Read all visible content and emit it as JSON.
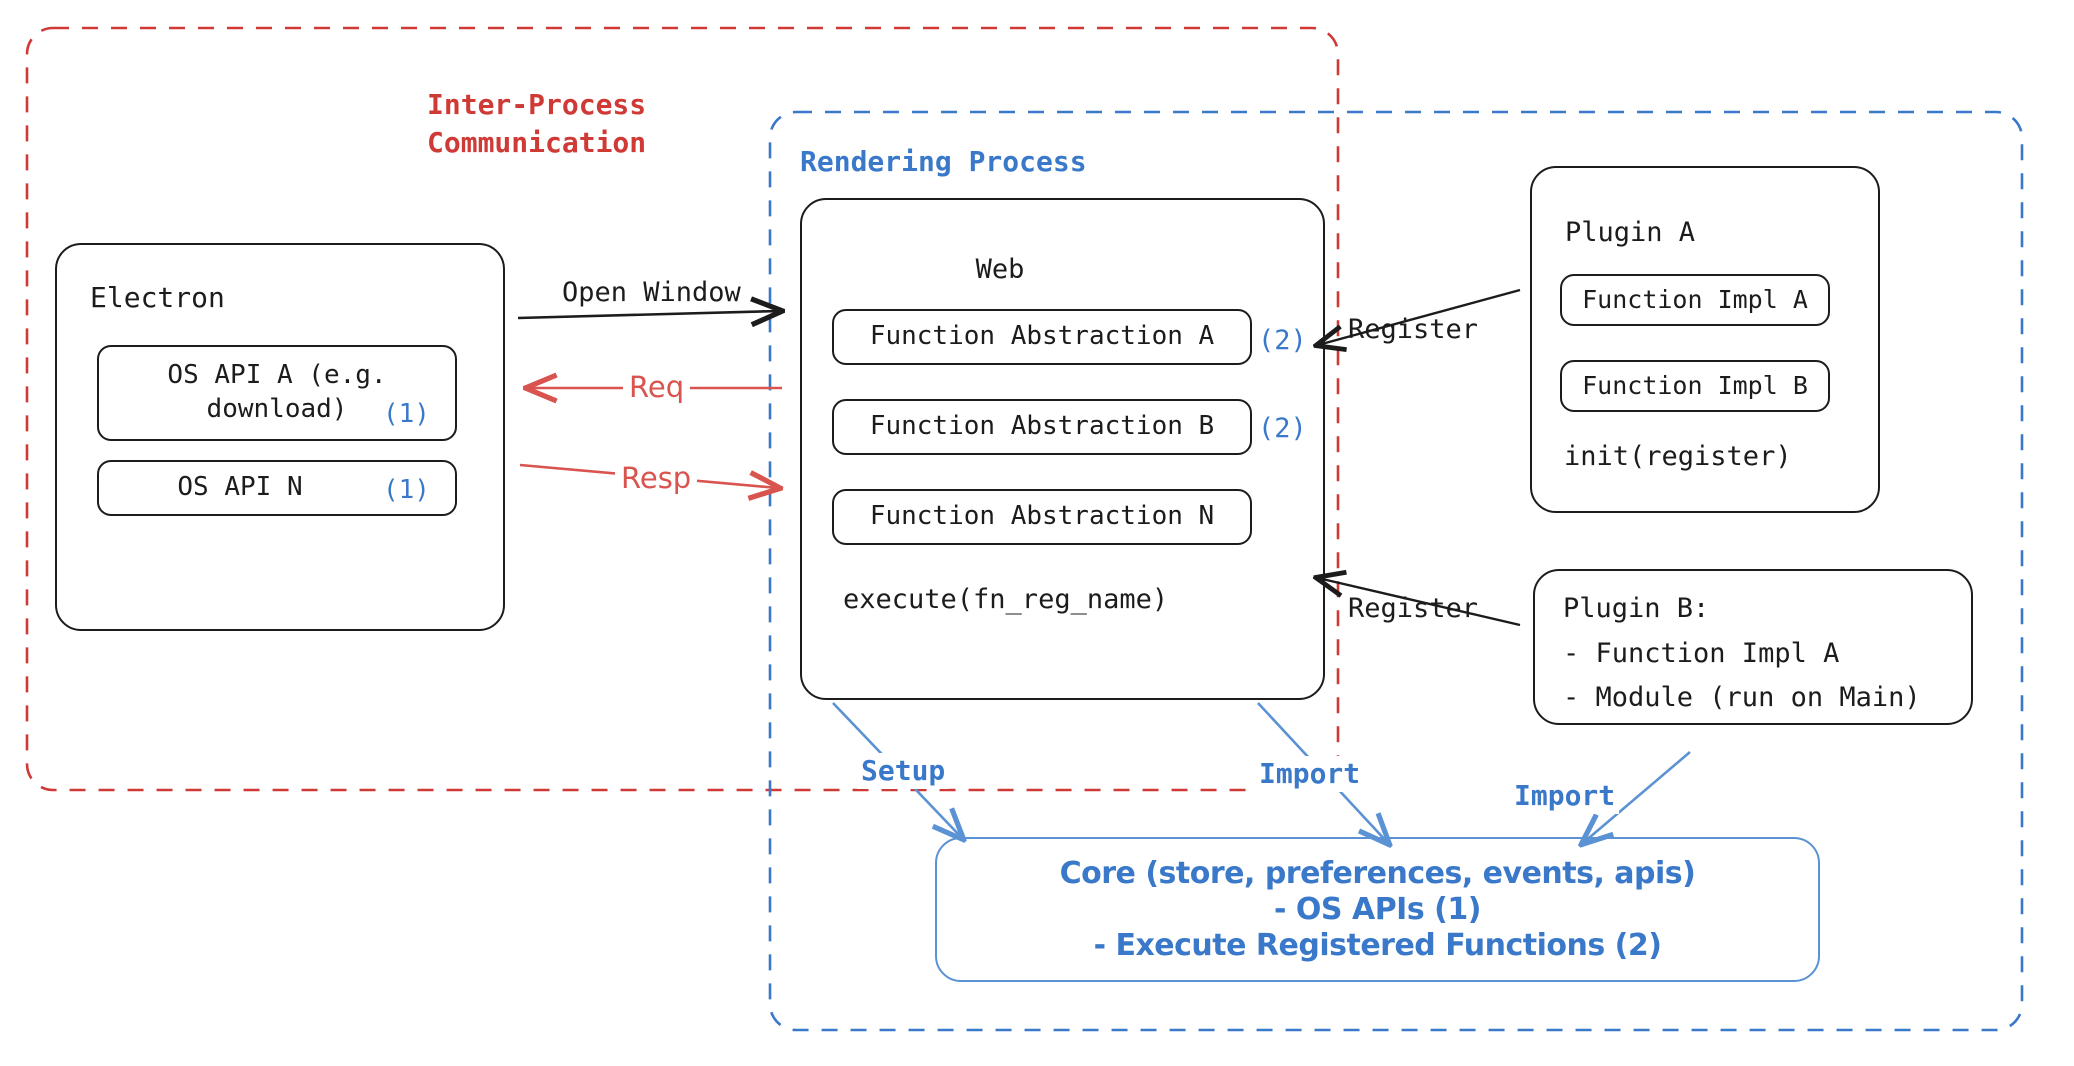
{
  "diagram": {
    "title_ipc": "Inter-Process\nCommunication",
    "title_rendering": "Rendering Process",
    "colors": {
      "ipc_red": "#cf3a36",
      "process_blue": "#3a78c9",
      "core_blue": "#5b92d4",
      "ink": "#1c1c1c",
      "arrow_red": "#d9534f"
    }
  },
  "electron": {
    "title": "Electron",
    "apis": [
      {
        "label": "OS API A (e.g.\ndownload)",
        "marker": "(1)"
      },
      {
        "label": "OS API N",
        "marker": "(1)"
      }
    ]
  },
  "web": {
    "title": "Web",
    "abstractions": [
      {
        "label": "Function Abstraction A",
        "marker": "(2)"
      },
      {
        "label": "Function Abstraction B",
        "marker": "(2)"
      },
      {
        "label": "Function Abstraction N",
        "marker": ""
      }
    ],
    "method": "execute(fn_reg_name)"
  },
  "plugin_a": {
    "title": "Plugin A",
    "impls": [
      "Function Impl A",
      "Function Impl B"
    ],
    "method": "init(register)"
  },
  "plugin_b": {
    "lines": [
      "Plugin B:",
      "- Function Impl A",
      "- Module (run on Main)"
    ]
  },
  "core": {
    "lines": [
      "Core (store, preferences, events, apis)",
      "- OS APIs (1)",
      "- Execute Registered Functions (2)"
    ]
  },
  "edges": {
    "open_window": "Open Window",
    "req": "Req",
    "resp": "Resp",
    "register_a": "Register",
    "register_b": "Register",
    "setup": "Setup",
    "import_web": "Import",
    "import_plugin_b": "Import"
  }
}
